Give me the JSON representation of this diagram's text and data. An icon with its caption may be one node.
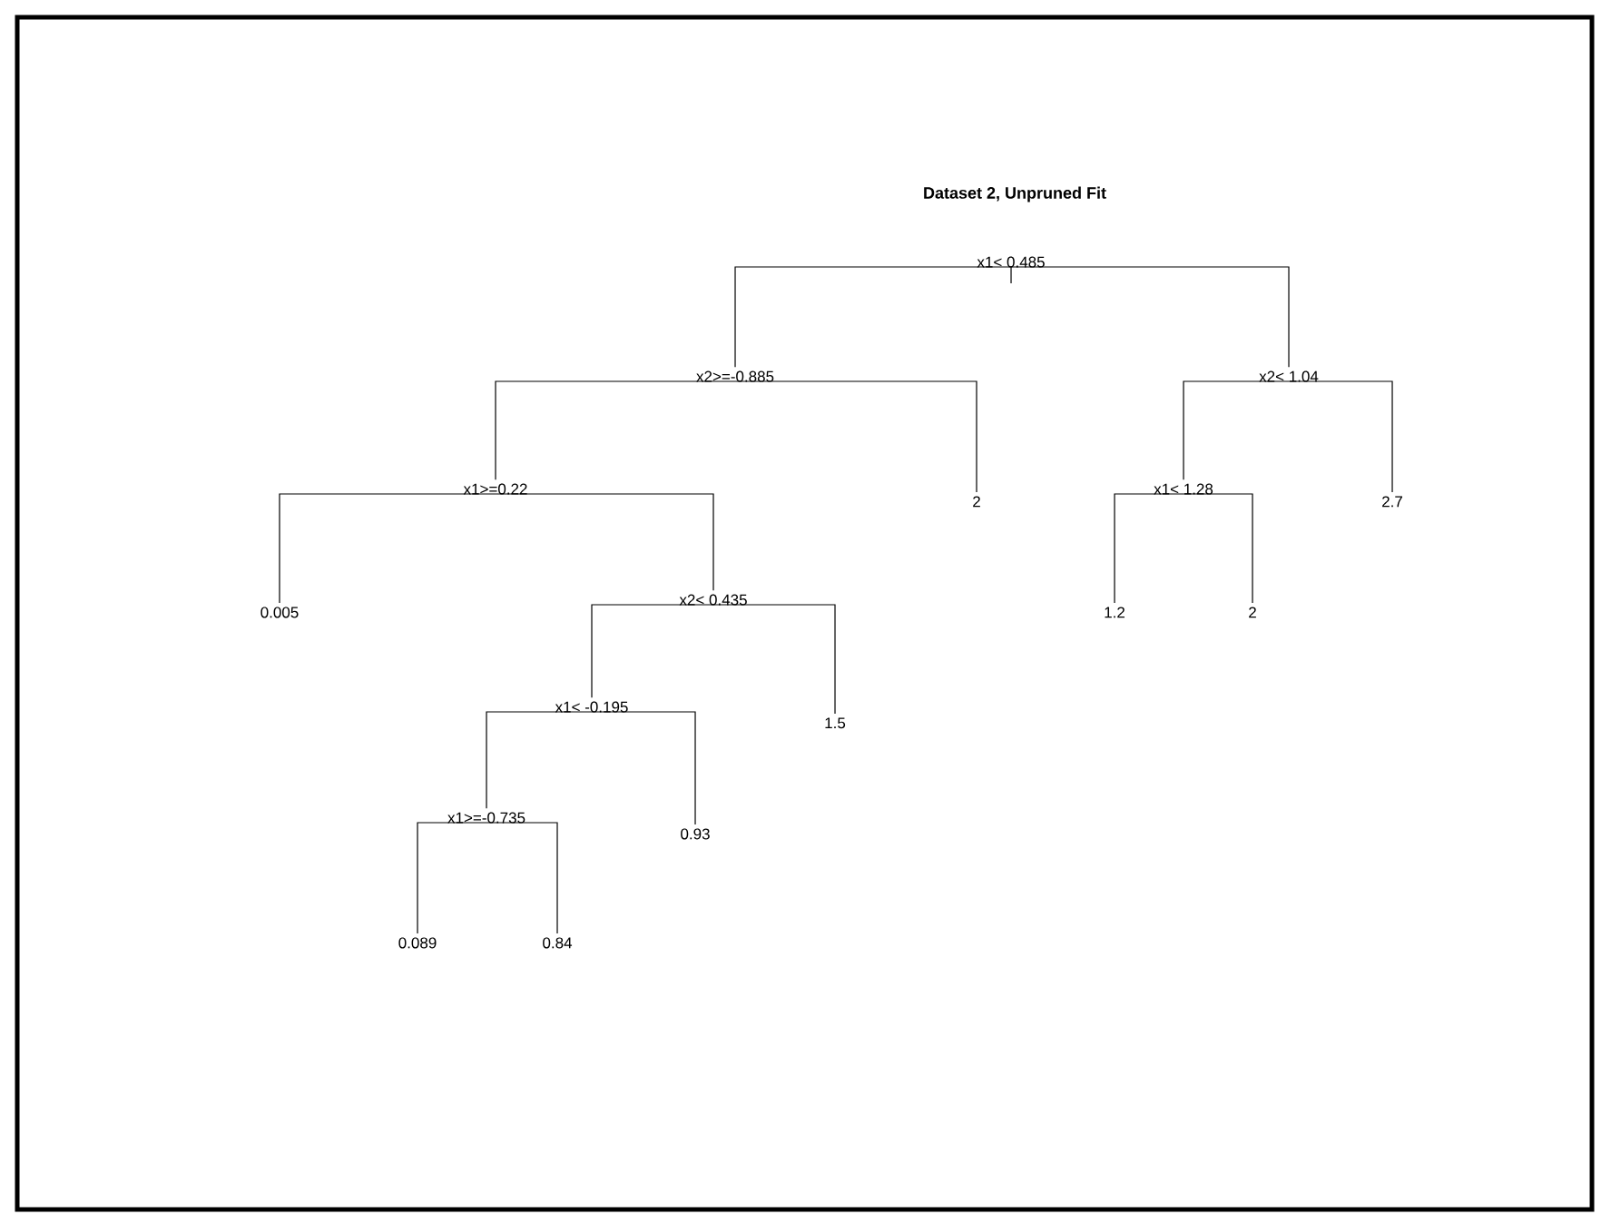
{
  "diagram": {
    "title": "Dataset 2, Unpruned Fit",
    "nodes": [
      {
        "text": [
          "x1< 0.485"
        ]
      },
      {
        "text": [
          "x2>=-0.885"
        ]
      },
      {
        "text": [
          "x2< 1.04"
        ]
      },
      {
        "text": [
          "x1>=0.22"
        ]
      },
      {
        "text": [
          "2"
        ]
      },
      {
        "text": [
          "x1< 1.28"
        ]
      },
      {
        "text": [
          "2.7"
        ]
      },
      {
        "text": [
          "0.005"
        ]
      },
      {
        "text": [
          "x2< 0.435"
        ]
      },
      {
        "text": [
          "1.2"
        ]
      },
      {
        "text": [
          "2"
        ]
      },
      {
        "text": [
          "x1< -0.195"
        ]
      },
      {
        "text": [
          "1.5"
        ]
      },
      {
        "text": [
          "x1>=-0.735"
        ]
      },
      {
        "text": [
          "0.93"
        ]
      },
      {
        "text": [
          "0.089"
        ]
      },
      {
        "text": [
          "0.84"
        ]
      }
    ],
    "edges": [
      {
        "from": 0,
        "to": 1,
        "arrow": "none"
      },
      {
        "from": 0,
        "to": 2,
        "arrow": "none"
      },
      {
        "from": 1,
        "to": 3,
        "arrow": "none"
      },
      {
        "from": 1,
        "to": 4,
        "arrow": "none"
      },
      {
        "from": 2,
        "to": 5,
        "arrow": "none"
      },
      {
        "from": 2,
        "to": 6,
        "arrow": "none"
      },
      {
        "from": 3,
        "to": 7,
        "arrow": "none"
      },
      {
        "from": 3,
        "to": 8,
        "arrow": "none"
      },
      {
        "from": 5,
        "to": 9,
        "arrow": "none"
      },
      {
        "from": 5,
        "to": 10,
        "arrow": "none"
      },
      {
        "from": 8,
        "to": 11,
        "arrow": "none"
      },
      {
        "from": 8,
        "to": 12,
        "arrow": "none"
      },
      {
        "from": 11,
        "to": 13,
        "arrow": "none"
      },
      {
        "from": 11,
        "to": 14,
        "arrow": "none"
      },
      {
        "from": 13,
        "to": 15,
        "arrow": "none"
      },
      {
        "from": 13,
        "to": 16,
        "arrow": "none"
      }
    ]
  }
}
